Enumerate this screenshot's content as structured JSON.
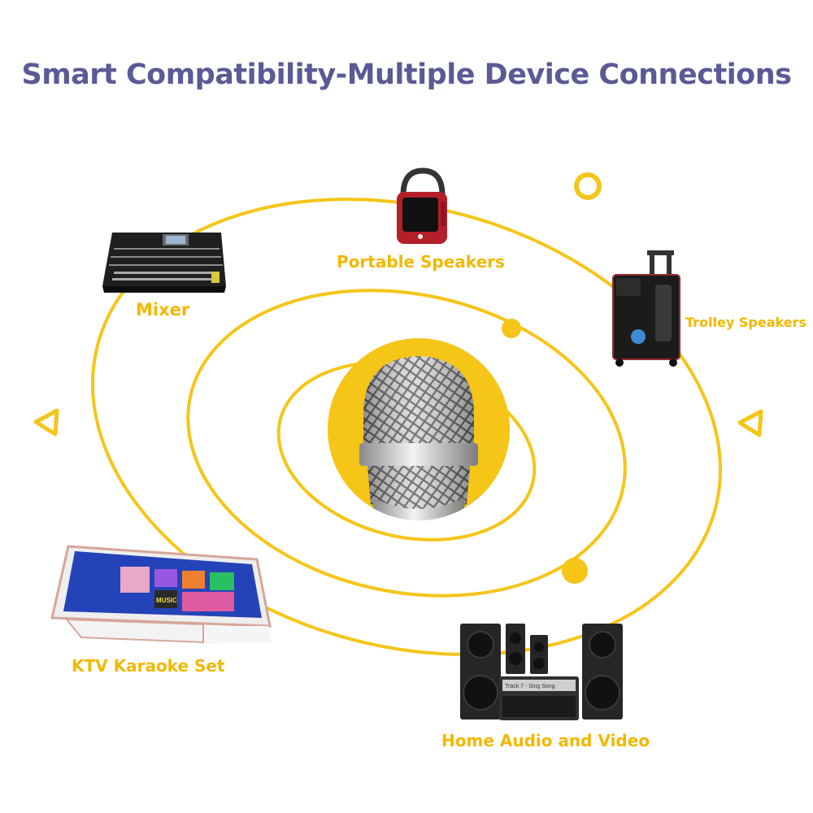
{
  "title": "Smart Compatibility-Multiple Device Connections",
  "colors": {
    "title": "#5b5a96",
    "accent": "#f5c518",
    "label": "#f2b800"
  },
  "devices": [
    {
      "name": "portable-speakers",
      "label": "Portable Speakers"
    },
    {
      "name": "mixer",
      "label": "Mixer"
    },
    {
      "name": "trolley-speakers",
      "label": "Trolley Speakers"
    },
    {
      "name": "ktv-karaoke-set",
      "label": "KTV Karaoke Set"
    },
    {
      "name": "home-audio-video",
      "label": "Home Audio and Video"
    }
  ],
  "screens": {
    "karaoke_tile": "MUSIC",
    "home_theater_display": "Track 7 - Sing Song"
  }
}
